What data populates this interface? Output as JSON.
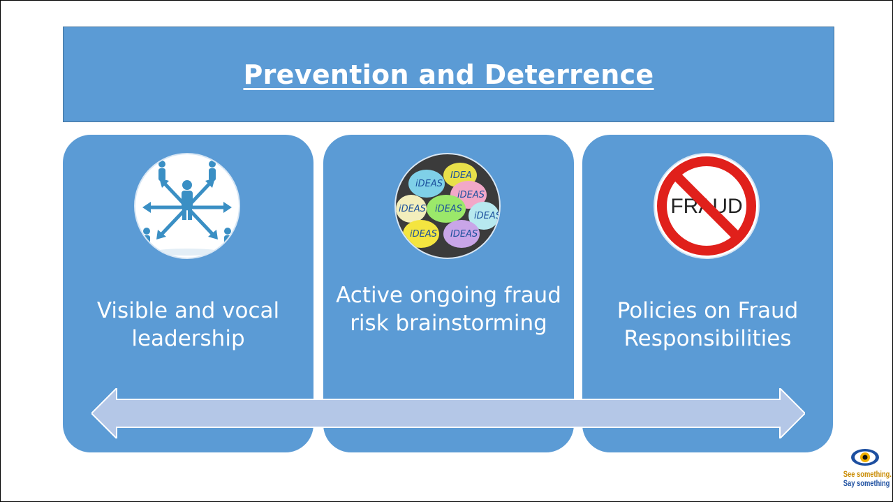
{
  "title": "Prevention and Deterrence",
  "cards": [
    {
      "label": "Visible and vocal leadership",
      "icon": "leadership-network-icon"
    },
    {
      "label": "Active ongoing fraud risk brainstorming",
      "icon": "ideas-paper-balls-icon"
    },
    {
      "label": "Policies on Fraud Responsibilities",
      "icon": "no-fraud-sign-icon"
    }
  ],
  "fraud_sign_text": "FRAUD",
  "ideas_words": [
    "IDEA",
    "iDEAS",
    "iDEAS",
    "iDEAS",
    "iDEAS",
    "iDEAS",
    "iDEAS",
    "IDEAS"
  ],
  "logo": {
    "line1": "See something.",
    "line2": "Say something"
  },
  "colors": {
    "accent": "#5b9bd5",
    "arrow_fill": "#b4c7e7",
    "sign_red": "#e0201b",
    "logo_gold": "#c98a00",
    "logo_blue": "#1d4fa0"
  }
}
